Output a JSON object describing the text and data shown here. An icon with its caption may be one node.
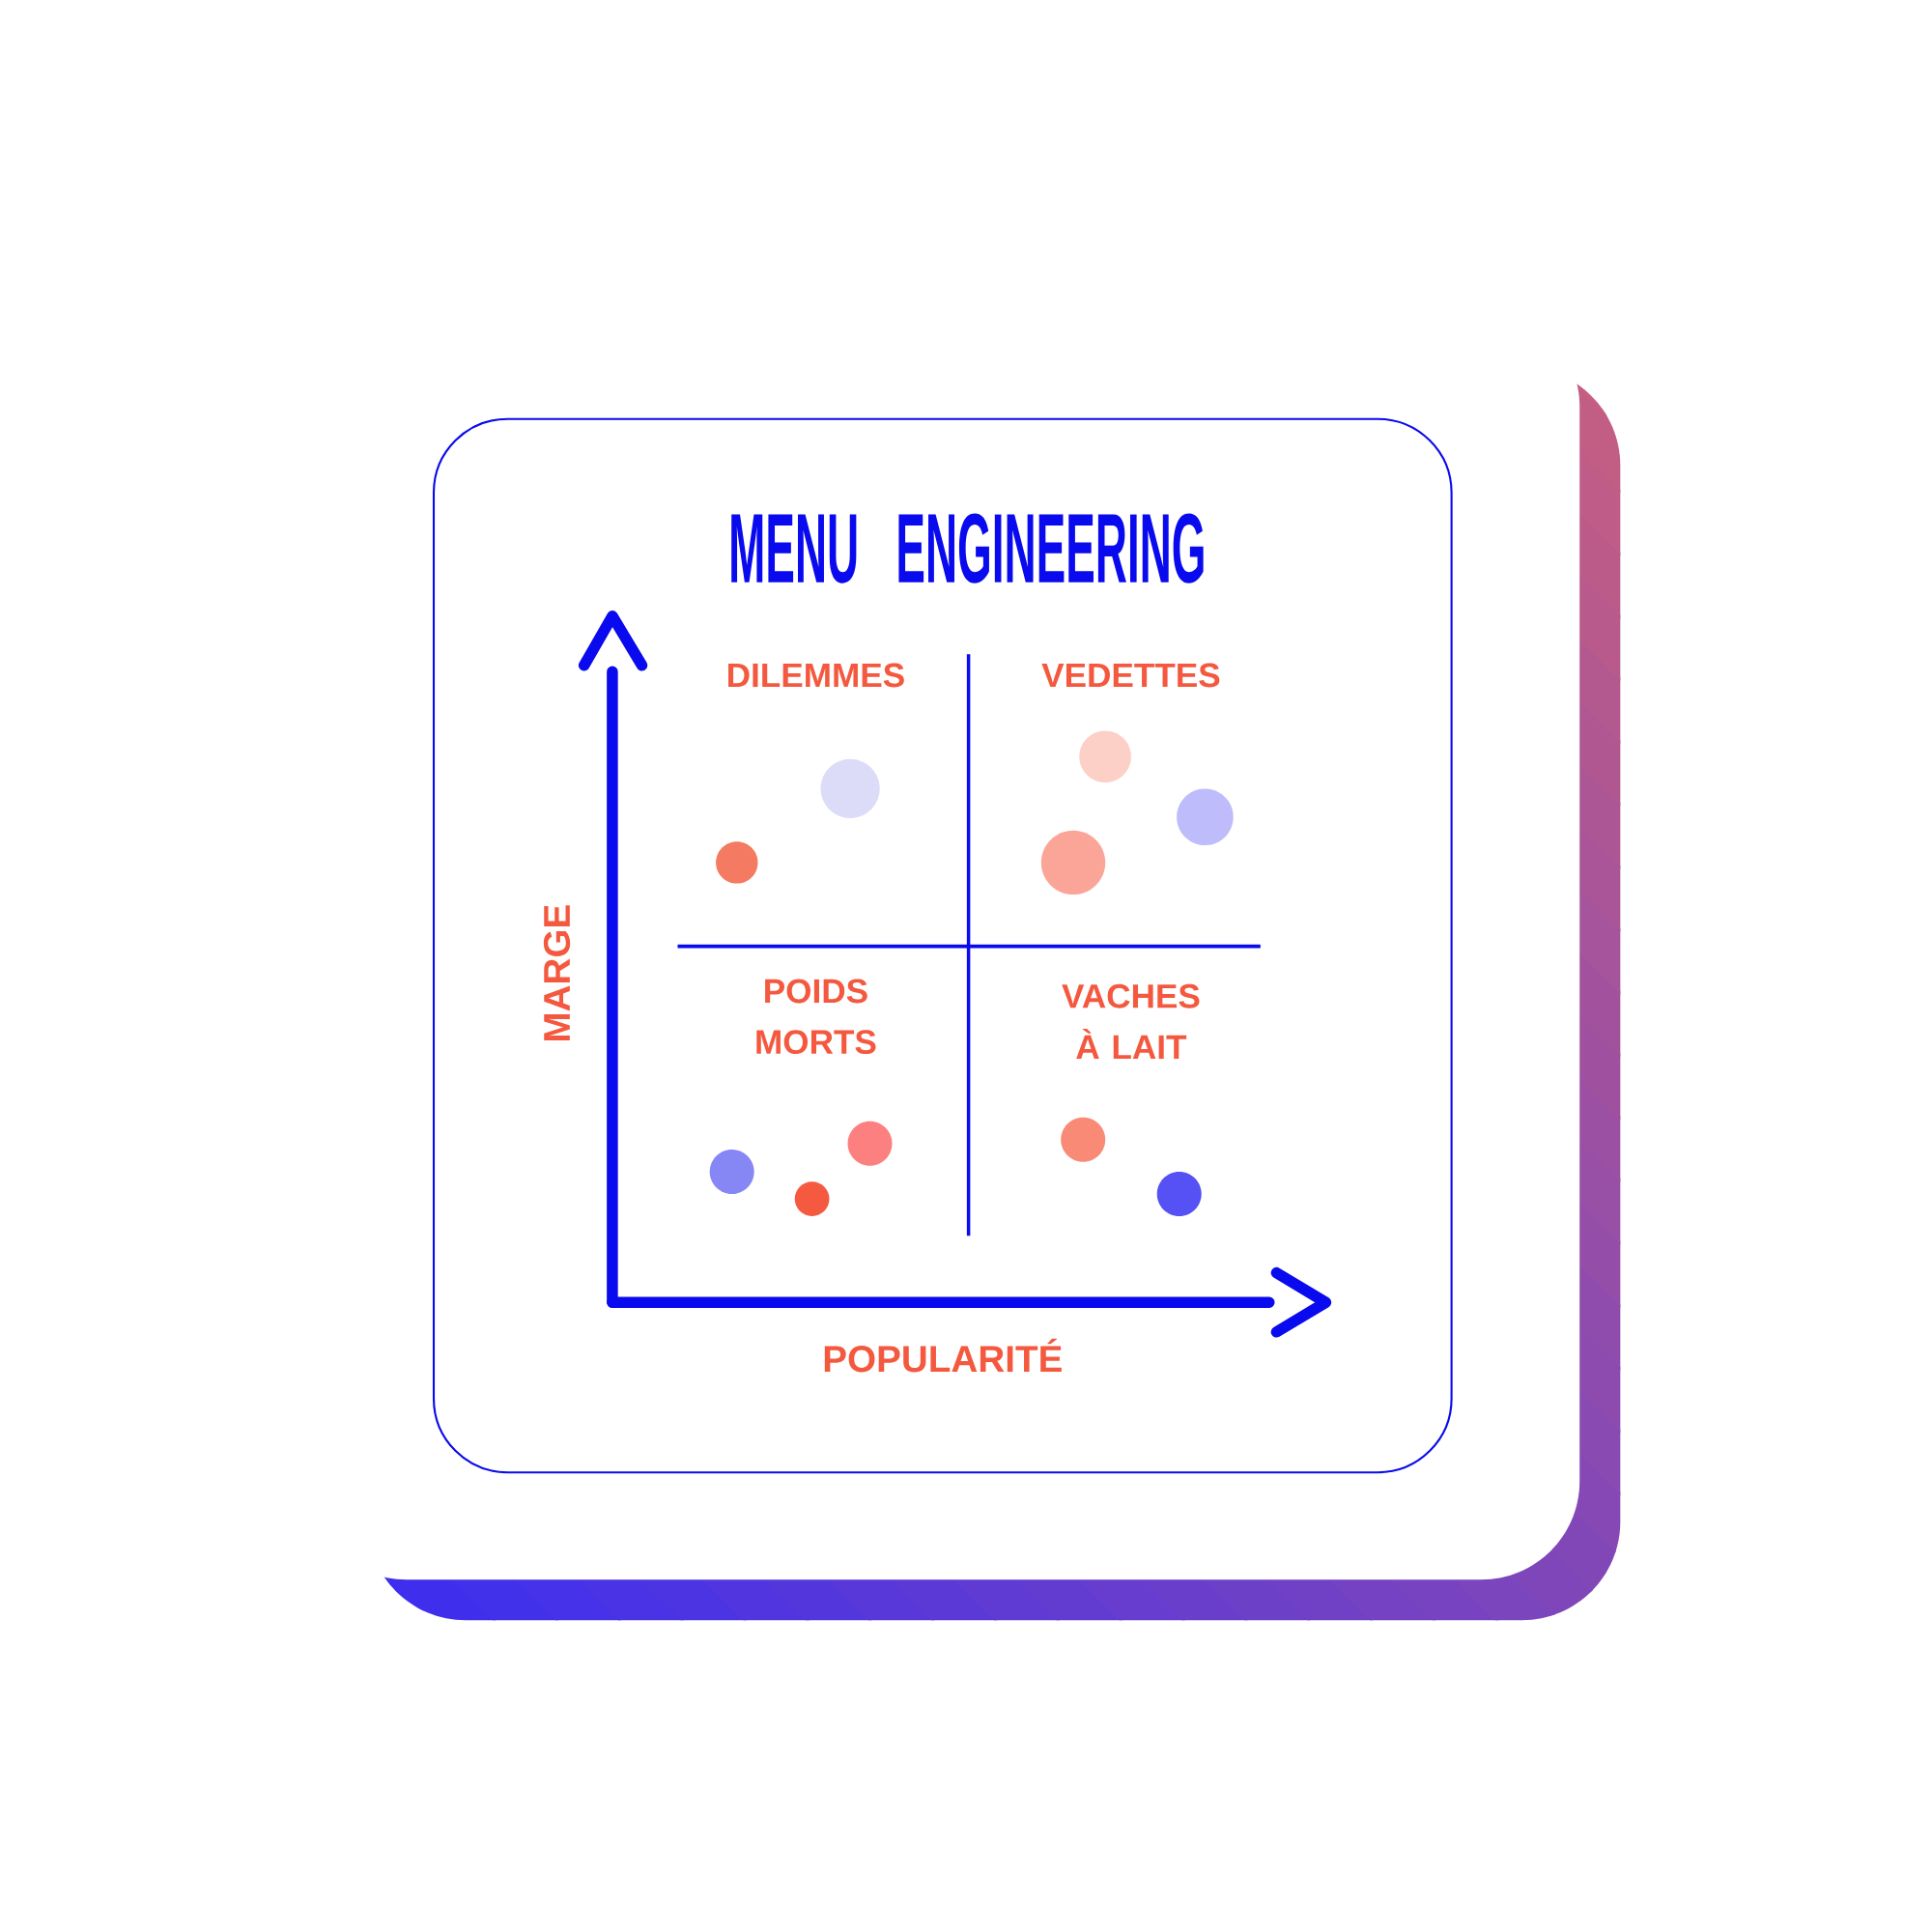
{
  "diagram": {
    "title": "MENU ENGINEERING",
    "labels": [
      "DILEMMES",
      "VEDETTES",
      "POIDS MORTS",
      "VACHES À LAIT",
      "MARGE",
      "POPULARITÉ"
    ]
  }
}
